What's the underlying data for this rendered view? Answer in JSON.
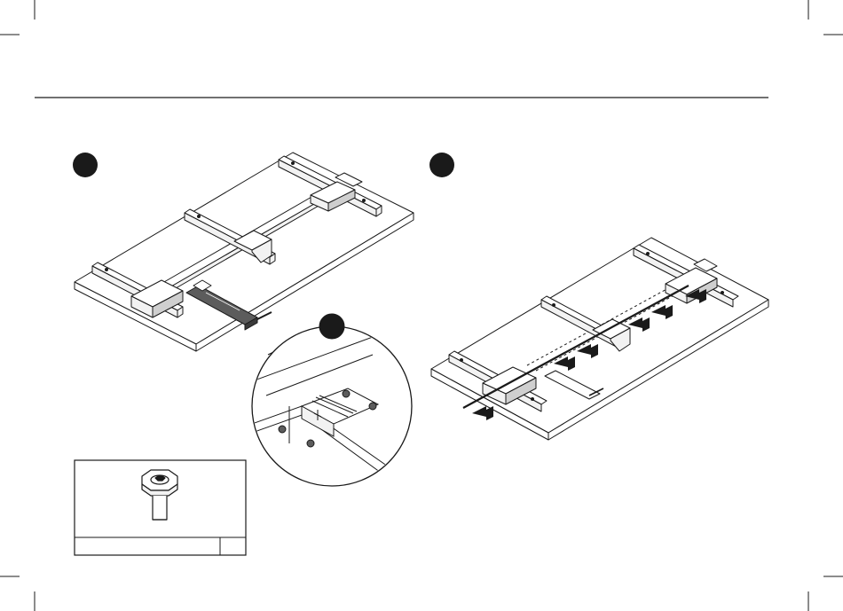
{
  "page": {
    "background_color": "#ffffff",
    "ink_color": "#1a1a1a",
    "shade_color": "#5c5c5c",
    "light_color": "#f2f2f2"
  },
  "steps": [
    {
      "id": "step-1",
      "number": "",
      "icons": [
        "table-top-outline",
        "frame-crossbar",
        "actuator-motor",
        "zoom-callout"
      ]
    },
    {
      "id": "step-2",
      "number": "",
      "icons": [
        "table-top-outline",
        "frame-crossbar",
        "direction-arrows",
        "cable-line"
      ]
    }
  ],
  "parts_box": {
    "part_icon": "hex-bolt-icon",
    "label": "",
    "quantity": ""
  }
}
